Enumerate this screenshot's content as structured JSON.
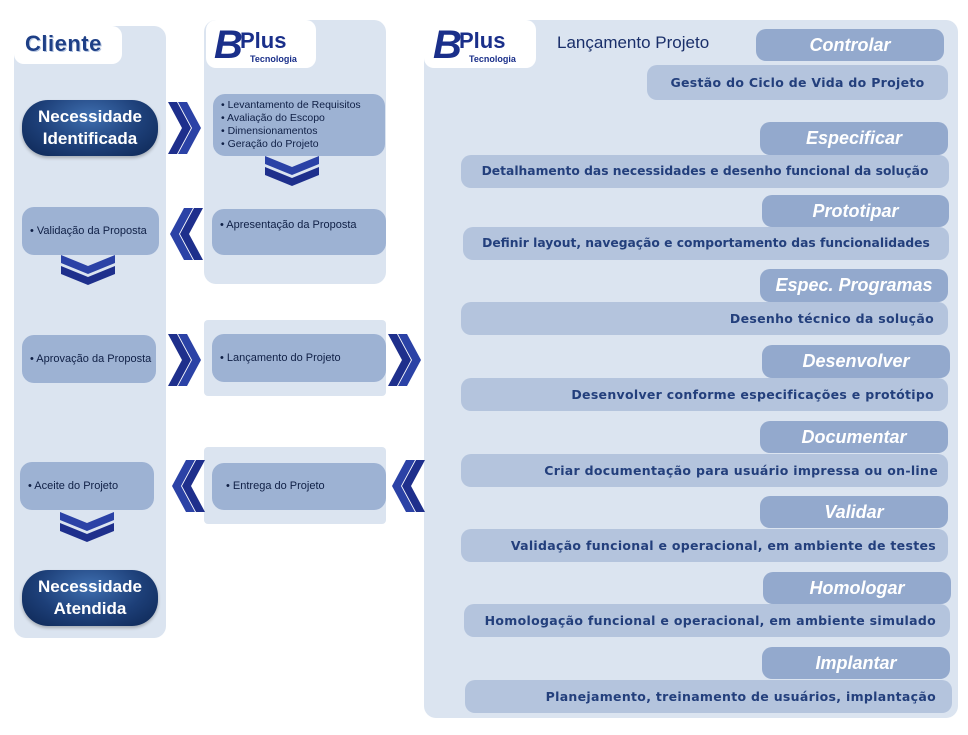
{
  "cliente": {
    "title": "Cliente",
    "start_oval": [
      "Necessidade",
      "Identificada"
    ],
    "validacao": "• Validação da Proposta",
    "aprovacao": "• Aprovação da Proposta",
    "aceite": "• Aceite do Projeto",
    "end_oval": [
      "Necessidade",
      "Atendida"
    ]
  },
  "logo": {
    "b": "B",
    "plus": "Plus",
    "sub": "Tecnologia"
  },
  "bplus": {
    "levantamento": [
      "• Levantamento de Requisitos",
      "• Avaliação do Escopo",
      "• Dimensionamentos",
      "• Geração do Projeto"
    ],
    "apresentacao": "• Apresentação da Proposta",
    "lancamento": "• Lançamento do Projeto",
    "entrega": "• Entrega do Projeto"
  },
  "right": {
    "title": "Lançamento Projeto",
    "steps": [
      {
        "label": "Controlar",
        "desc": "Gestão do Ciclo de Vida do Projeto"
      },
      {
        "label": "Especificar",
        "desc": "Detalhamento  das necessidades e desenho funcional  da solução"
      },
      {
        "label": "Prototipar",
        "desc": "Definir  layout, navegação e comportamento das funcionalidades"
      },
      {
        "label": "Espec. Programas",
        "desc": "Desenho técnico da solução"
      },
      {
        "label": "Desenvolver",
        "desc": "Desenvolver conforme especificações e protótipo"
      },
      {
        "label": "Documentar",
        "desc": "Criar documentação para usuário  impressa ou on-line"
      },
      {
        "label": "Validar",
        "desc": "Validação funcional  e operacional,  em ambiente de testes"
      },
      {
        "label": "Homologar",
        "desc": "Homologação funcional  e operacional, em ambiente simulado"
      },
      {
        "label": "Implantar",
        "desc": "Planejamento,  treinamento de usuários, implantação"
      }
    ]
  },
  "colors": {
    "panel": "#dbe4f0",
    "dark_blue": "#1a2f8a",
    "box": "#9db2d3",
    "desc": "#b4c4dd",
    "head": "#93a9cd"
  }
}
